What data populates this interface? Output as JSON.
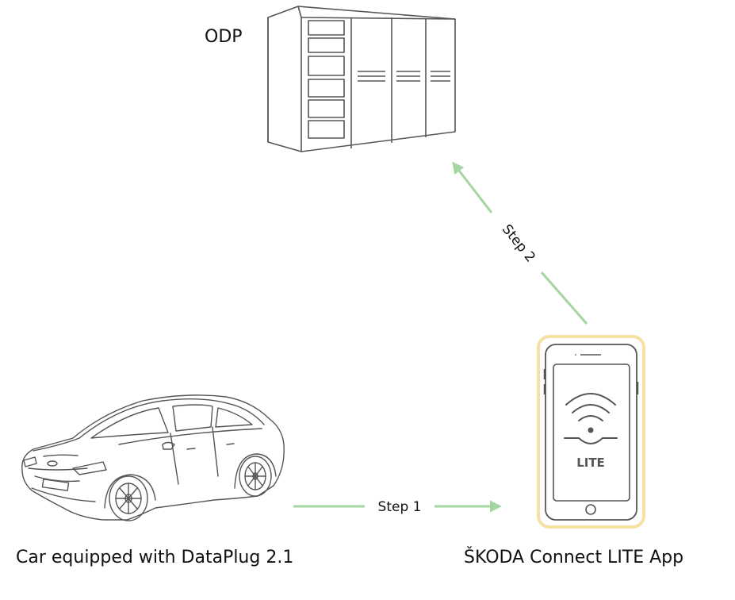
{
  "nodes": {
    "server": {
      "label": "ODP",
      "icon": "server-cabinet-icon"
    },
    "car": {
      "label": "Car equipped with DataPlug 2.1",
      "icon": "car-icon"
    },
    "phone": {
      "label": "ŠKODA Connect LITE App",
      "screen_text": "LITE",
      "icon": "smartphone-icon"
    }
  },
  "edges": {
    "step1": {
      "label": "Step 1",
      "from": "car",
      "to": "phone"
    },
    "step2": {
      "label": "Step 2",
      "from": "phone",
      "to": "server"
    }
  },
  "colors": {
    "arrow": "#a5d6a1",
    "phone_highlight": "#f7e0a3",
    "outline": "#555555"
  }
}
